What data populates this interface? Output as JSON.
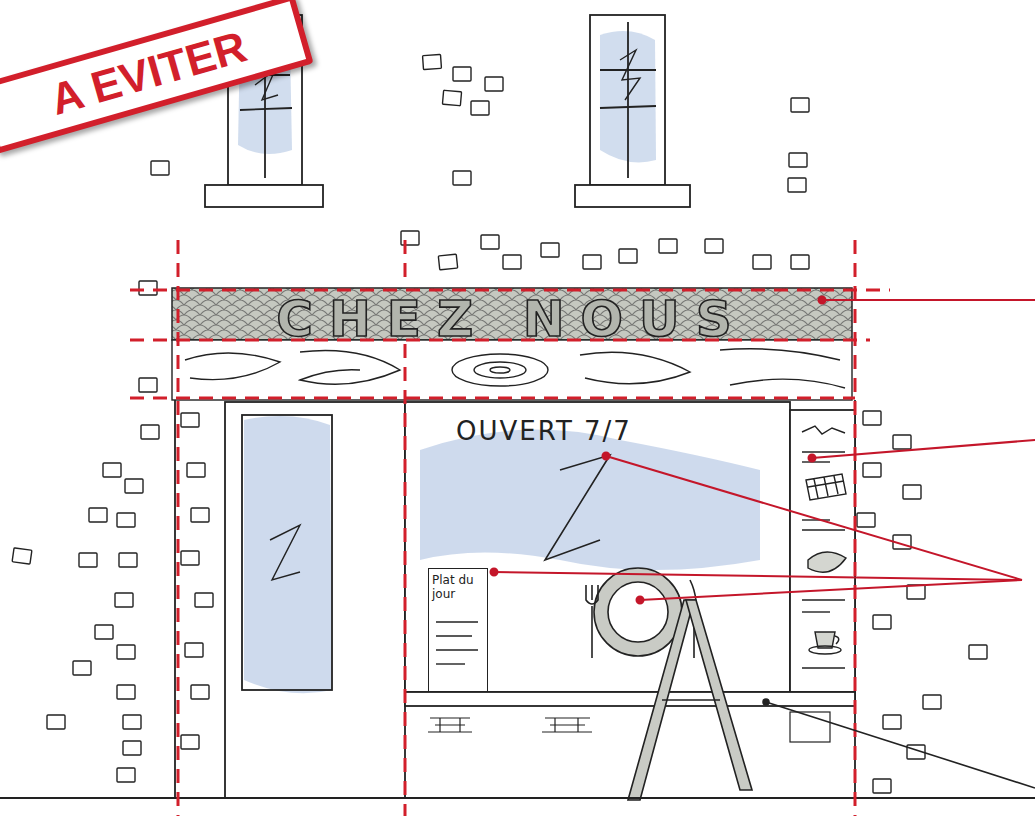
{
  "diagram": {
    "nodes": [
      {
        "text": [
          "A EVITER"
        ]
      },
      {
        "text": [
          "CHEZ NOUS"
        ]
      },
      {
        "text": [
          "Plat du jour"
        ]
      }
    ],
    "labels": [
      "OUVERT 7/7"
    ]
  }
}
